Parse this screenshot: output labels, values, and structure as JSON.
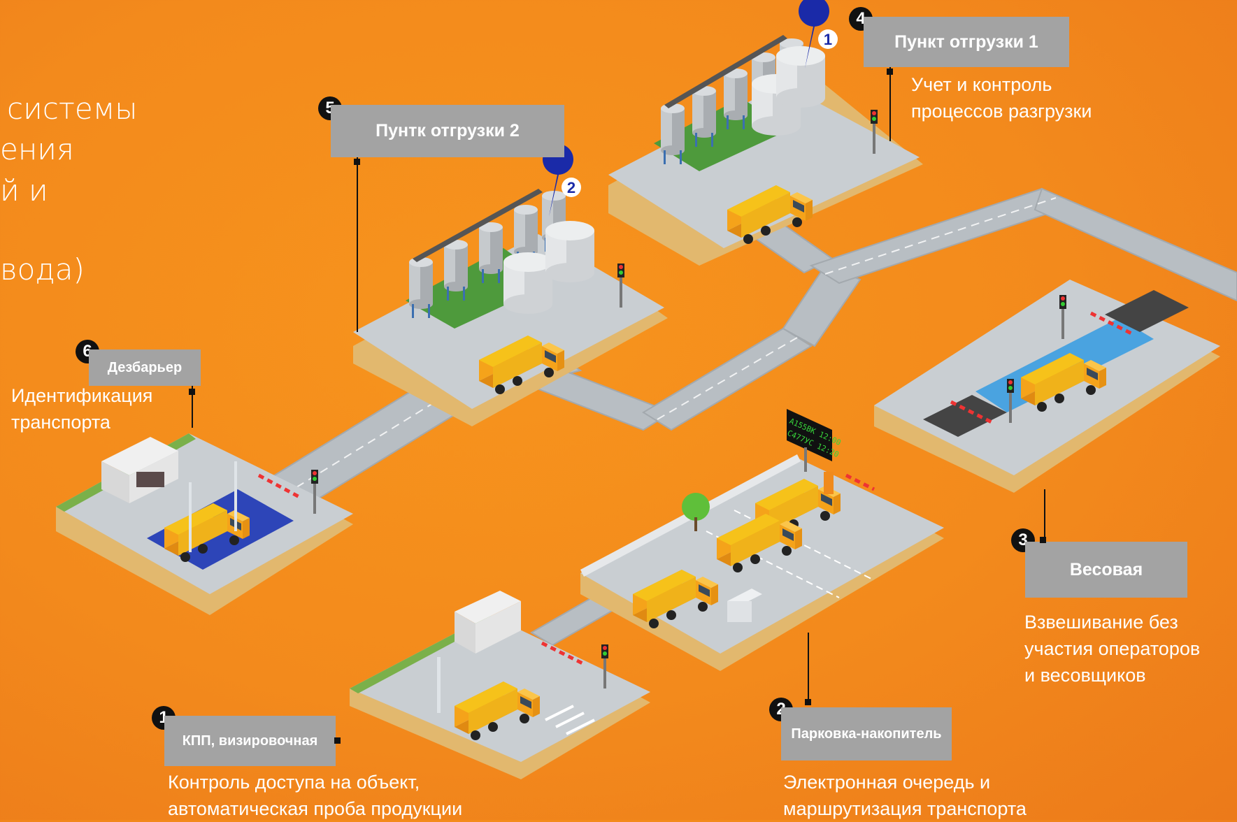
{
  "title_fragments": [
    "системы",
    "ения",
    "й и",
    "вода)"
  ],
  "stations": [
    {
      "number": "1",
      "name": "КПП, визировочная",
      "description": [
        "Контроль доступа на объект,",
        "автоматическая проба продукции"
      ]
    },
    {
      "number": "2",
      "name": "Парковка-накопитель",
      "description": [
        "Электронная очередь и",
        "маршрутизация транспорта"
      ]
    },
    {
      "number": "3",
      "name": "Весовая",
      "description": [
        "Взвешивание без",
        "участия операторов",
        "и весовщиков"
      ]
    },
    {
      "number": "4",
      "name": "Пункт отгрузки 1",
      "description": [
        "Учет и контроль",
        "процессов разгрузки"
      ]
    },
    {
      "number": "5",
      "name": "Пунтк отгрузки 2",
      "description": []
    },
    {
      "number": "6",
      "name": "Дезбарьер",
      "description": [
        "Идентификация",
        "транспорта"
      ]
    }
  ],
  "pins": [
    "1",
    "2"
  ],
  "parking_display": [
    "А155ВК 12:00",
    "С477УС 12:20"
  ],
  "colors": {
    "background": "#f7941d",
    "platform_top": "#c9ced2",
    "platform_side": "#e2b86e",
    "road": "#b8bec3",
    "label_box": "#a3a3a3",
    "truck_body": "#f5a31a",
    "truck_cargo": "#f6c21a",
    "pin": "#1a2aa8",
    "display_green": "#37d43a"
  }
}
